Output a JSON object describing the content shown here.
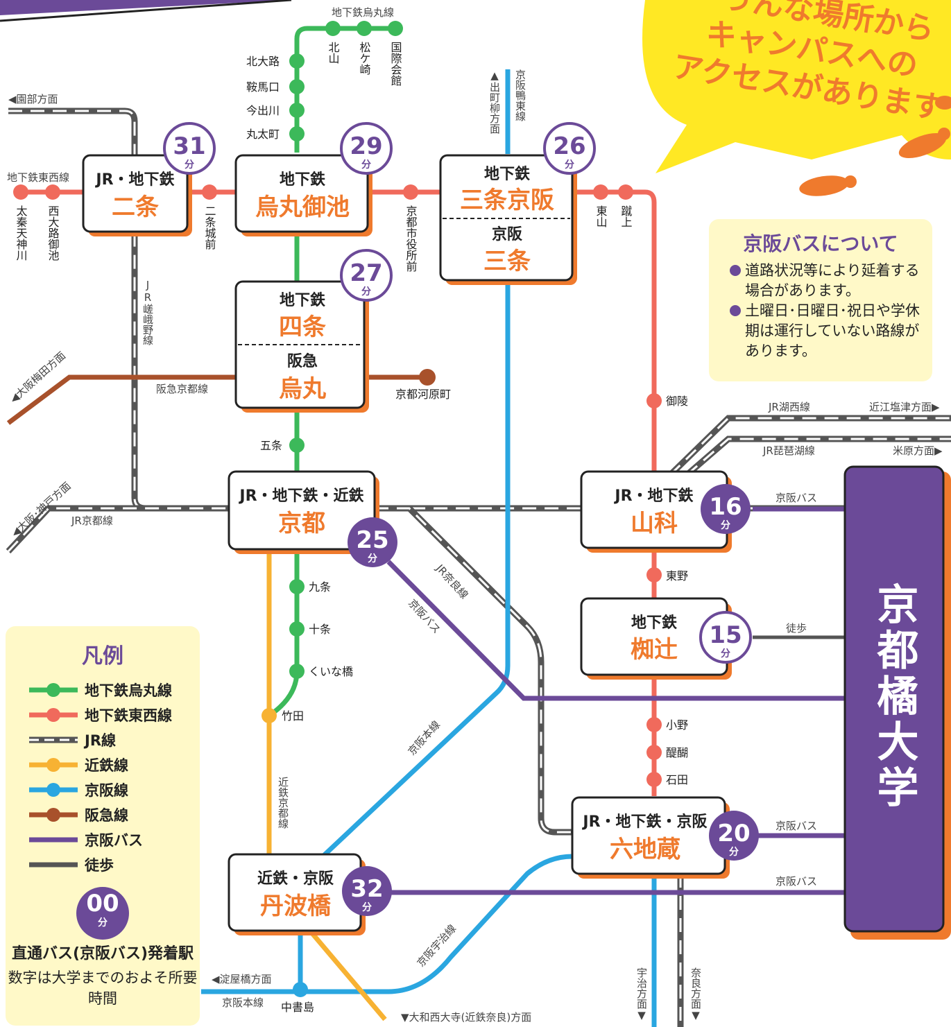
{
  "title": "京都橘大学",
  "balloon": {
    "lines": [
      "うんな場所から",
      "キャンパスへの",
      "アクセスがあります"
    ]
  },
  "note": {
    "heading": "京阪バスについて",
    "items": [
      "道路状況等により延着する場合があります。",
      "土曜日･日曜日･祝日や学休期は運行していない路線があります。"
    ]
  },
  "legend": {
    "heading": "凡例",
    "items": [
      {
        "label": "地下鉄烏丸線",
        "color": "#3cb95a",
        "style": "solid"
      },
      {
        "label": "地下鉄東西線",
        "color": "#f06a5c",
        "style": "solid"
      },
      {
        "label": "JR線",
        "color": "#555555",
        "style": "jr"
      },
      {
        "label": "近鉄線",
        "color": "#f7b233",
        "style": "solid"
      },
      {
        "label": "京阪線",
        "color": "#2aa6e0",
        "style": "solid"
      },
      {
        "label": "阪急線",
        "color": "#a8512b",
        "style": "solid"
      },
      {
        "label": "京阪バス",
        "color": "#6b4a98",
        "style": "bar"
      },
      {
        "label": "徒歩",
        "color": "#555555",
        "style": "bar"
      }
    ],
    "badge_number": "00",
    "badge_unit": "分",
    "caption1": "直通バス(京阪バス)発着駅",
    "caption2": "数字は大学までのおよそ所要時間"
  },
  "colors": {
    "purple": "#6b4a98",
    "orange": "#ef7a2d",
    "yellow_bg": "#fff9c8",
    "balloon": "#ffe824"
  },
  "stations": {
    "nijo": {
      "top": "JR・地下鉄",
      "main": "二条",
      "minutes": "31",
      "unit": "分"
    },
    "karasuma_oike": {
      "top": "地下鉄",
      "main": "烏丸御池",
      "minutes": "29",
      "unit": "分"
    },
    "sanjo": {
      "top": "地下鉄",
      "main": "三条京阪",
      "top2": "京阪",
      "main2": "三条",
      "minutes": "26",
      "unit": "分"
    },
    "shijo": {
      "top": "地下鉄",
      "main": "四条",
      "top2": "阪急",
      "main2": "烏丸",
      "minutes": "27",
      "unit": "分"
    },
    "kyoto": {
      "top": "JR・地下鉄・近鉄",
      "main": "京都",
      "minutes": "25",
      "unit": "分"
    },
    "yamashina": {
      "top": "JR・地下鉄",
      "main": "山科",
      "minutes": "16",
      "unit": "分"
    },
    "natsumetsuji": {
      "top": "地下鉄",
      "main": "椥辻",
      "minutes": "15",
      "unit": "分"
    },
    "rokujizo": {
      "top": "JR・地下鉄・京阪",
      "main": "六地蔵",
      "minutes": "20",
      "unit": "分"
    },
    "tambabashi": {
      "top": "近鉄・京阪",
      "main": "丹波橋",
      "minutes": "32",
      "unit": "分"
    }
  },
  "labels": {
    "karasuma_line": "地下鉄烏丸線",
    "kitayama": "北山",
    "matsugasaki": "松ケ崎",
    "kokusai": "国際会館",
    "kitaoji": "北大路",
    "kuramaguchi": "鞍馬口",
    "imadegawa": "今出川",
    "marutamachi": "丸太町",
    "sonobe": "◀園部方面",
    "tozai_line": "地下鉄東西線",
    "uzumasa": "太秦天神川",
    "nishioji": "西大路御池",
    "nijojomae": "二条城前",
    "shiyakusho": "京都市役所前",
    "higashiyama": "東山",
    "keage": "蹴上",
    "demachi": "▲出町柳方面",
    "keihan_oto": "京阪鴨東線",
    "sagano": "JR嵯峨野線",
    "umeda": "◀大阪梅田方面",
    "hankyu_line": "阪急京都線",
    "kawaramachi": "京都河原町",
    "misasagi": "御陵",
    "gojo": "五条",
    "jr_kosei": "JR湖西線",
    "omi_shiotsu": "近江塩津方面▶",
    "jr_biwako": "JR琵琶湖線",
    "maibara": "米原方面▶",
    "kobe": "◀大阪･神戸方面",
    "jr_kyoto": "JR京都線",
    "bus1": "京阪バス",
    "jr_nara": "JR奈良線",
    "bus_diag": "京阪バス",
    "kujo": "九条",
    "jujo": "十条",
    "kuinabashi": "くいな橋",
    "takeda": "竹田",
    "higashino": "東野",
    "walk": "徒歩",
    "ono": "小野",
    "daigo": "醍醐",
    "ishida": "石田",
    "keihan_main": "京阪本線",
    "kintetsu_line": "近鉄京都線",
    "bus2": "京阪バス",
    "bus3": "京阪バス",
    "uji_line": "京阪宇治線",
    "yodoyabashi": "◀淀屋橋方面",
    "keihan_main2": "京阪本線",
    "chushojima": "中書島",
    "yamato": "▼大和西大寺(近鉄奈良)方面",
    "uji": "宇治方面▼",
    "nara": "奈良方面▼"
  }
}
